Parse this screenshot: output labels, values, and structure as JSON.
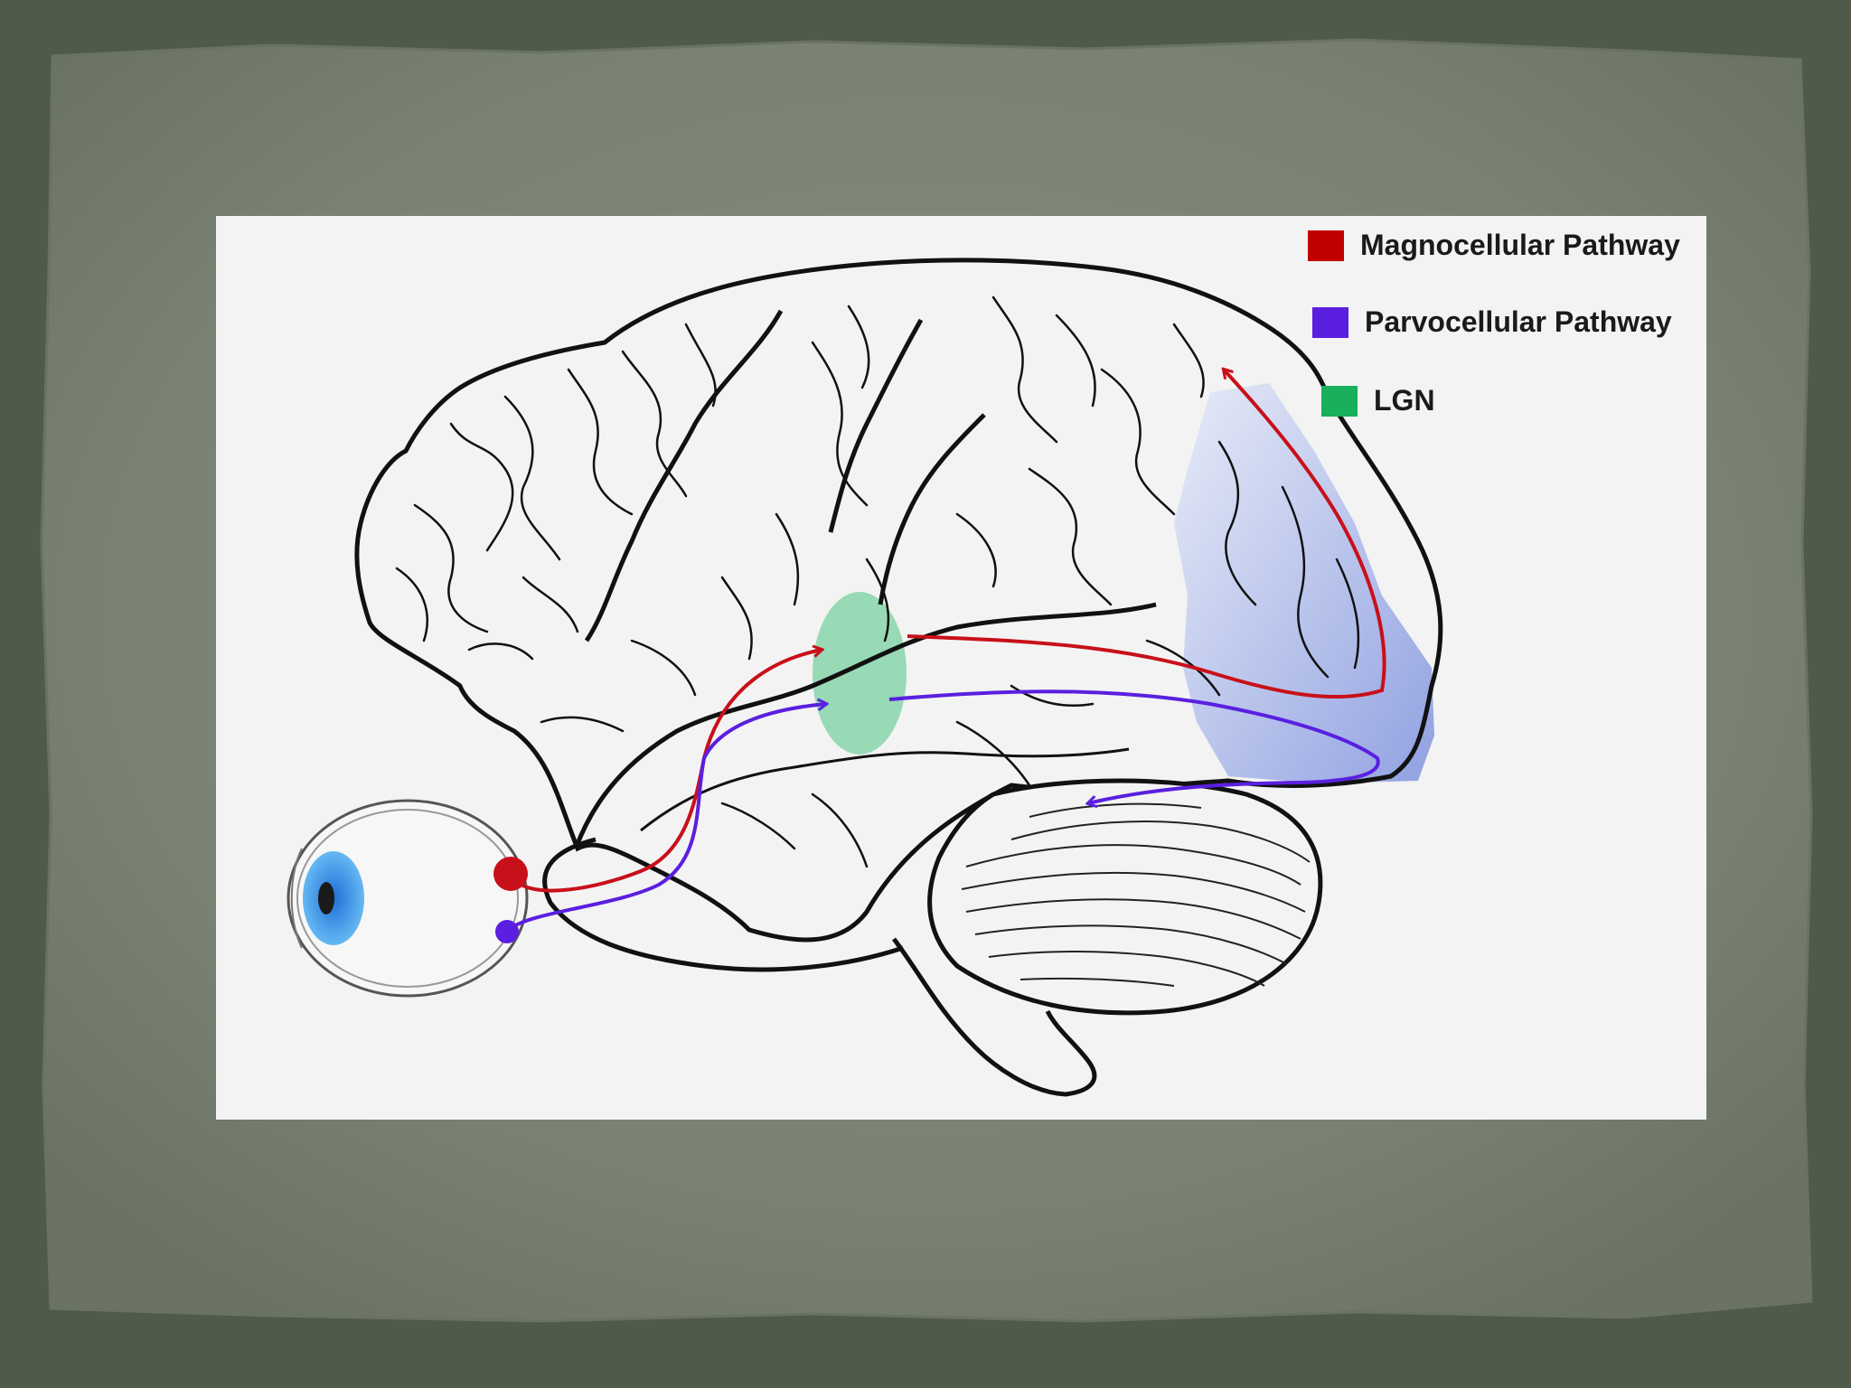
{
  "legend": {
    "items": [
      {
        "label": "Magnocellular Pathway",
        "color": "#c00000"
      },
      {
        "label": "Parvocellular Pathway",
        "color": "#5a1fe0"
      },
      {
        "label": "LGN",
        "color": "#18b05a"
      }
    ]
  },
  "colors": {
    "magnocellular": "#c8101a",
    "parvocellular": "#5a1fe0",
    "lgn": "#5cc88e",
    "visual_cortex": "#8fa3e6",
    "slide_background": "#56624f",
    "paper": "#7e8678",
    "figure_background": "#f3f3f3"
  },
  "icons": [
    "eye-icon",
    "brain-outline",
    "cerebellum"
  ]
}
